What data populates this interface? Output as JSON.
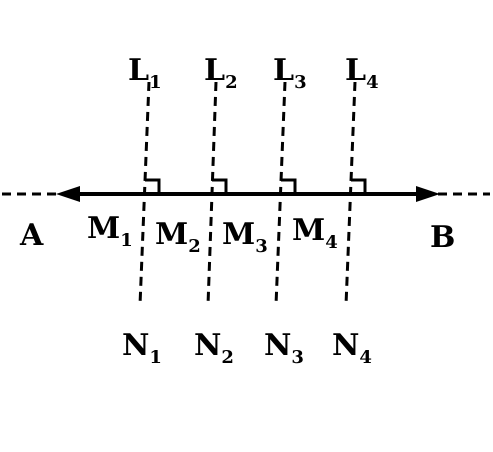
{
  "diagram": {
    "line_endpoints": {
      "left": "A",
      "right": "B"
    },
    "perpendiculars": [
      {
        "top": {
          "main": "L",
          "sub": "1"
        },
        "bottom": {
          "main": "N",
          "sub": "1"
        },
        "foot": {
          "main": "M",
          "sub": "1"
        }
      },
      {
        "top": {
          "main": "L",
          "sub": "2"
        },
        "bottom": {
          "main": "N",
          "sub": "2"
        },
        "foot": {
          "main": "M",
          "sub": "2"
        }
      },
      {
        "top": {
          "main": "L",
          "sub": "3"
        },
        "bottom": {
          "main": "N",
          "sub": "3"
        },
        "foot": {
          "main": "M",
          "sub": "3"
        }
      },
      {
        "top": {
          "main": "L",
          "sub": "4"
        },
        "bottom": {
          "main": "N",
          "sub": "4"
        },
        "foot": {
          "main": "M",
          "sub": "4"
        }
      }
    ],
    "colors": {
      "ink": "#000000",
      "background": "#ffffff"
    }
  }
}
